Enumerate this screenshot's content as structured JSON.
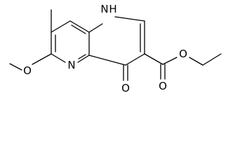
{
  "atom_labels": {
    "ring_nitrogen_nh": "H",
    "ring_nitrogen_nh_n": "N",
    "ring_nitrogen": "N",
    "carbonyl_oxygen": "O",
    "methoxy_oxygen": "O",
    "ester_carbonyl_oxygen": "O",
    "ester_oxygen": "O"
  },
  "colors": {
    "bond": "#000000",
    "label": "#000000",
    "background": "#ffffff"
  }
}
